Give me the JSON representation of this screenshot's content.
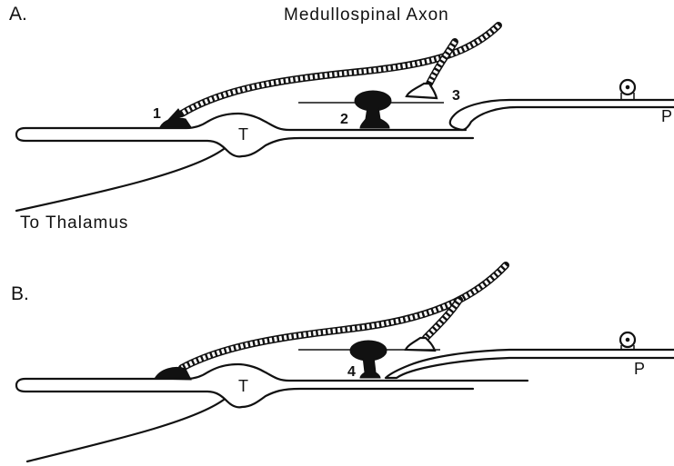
{
  "figure": {
    "title": "Medullospinal Axon",
    "thalamus_label": "To Thalamus",
    "panels": [
      {
        "label": "A.",
        "terminal_label": "T",
        "primary_label": "P",
        "synapse_numbers": [
          "1",
          "2",
          "3"
        ]
      },
      {
        "label": "B.",
        "terminal_label": "T",
        "primary_label": "P",
        "synapse_numbers": [
          "4"
        ]
      }
    ]
  }
}
